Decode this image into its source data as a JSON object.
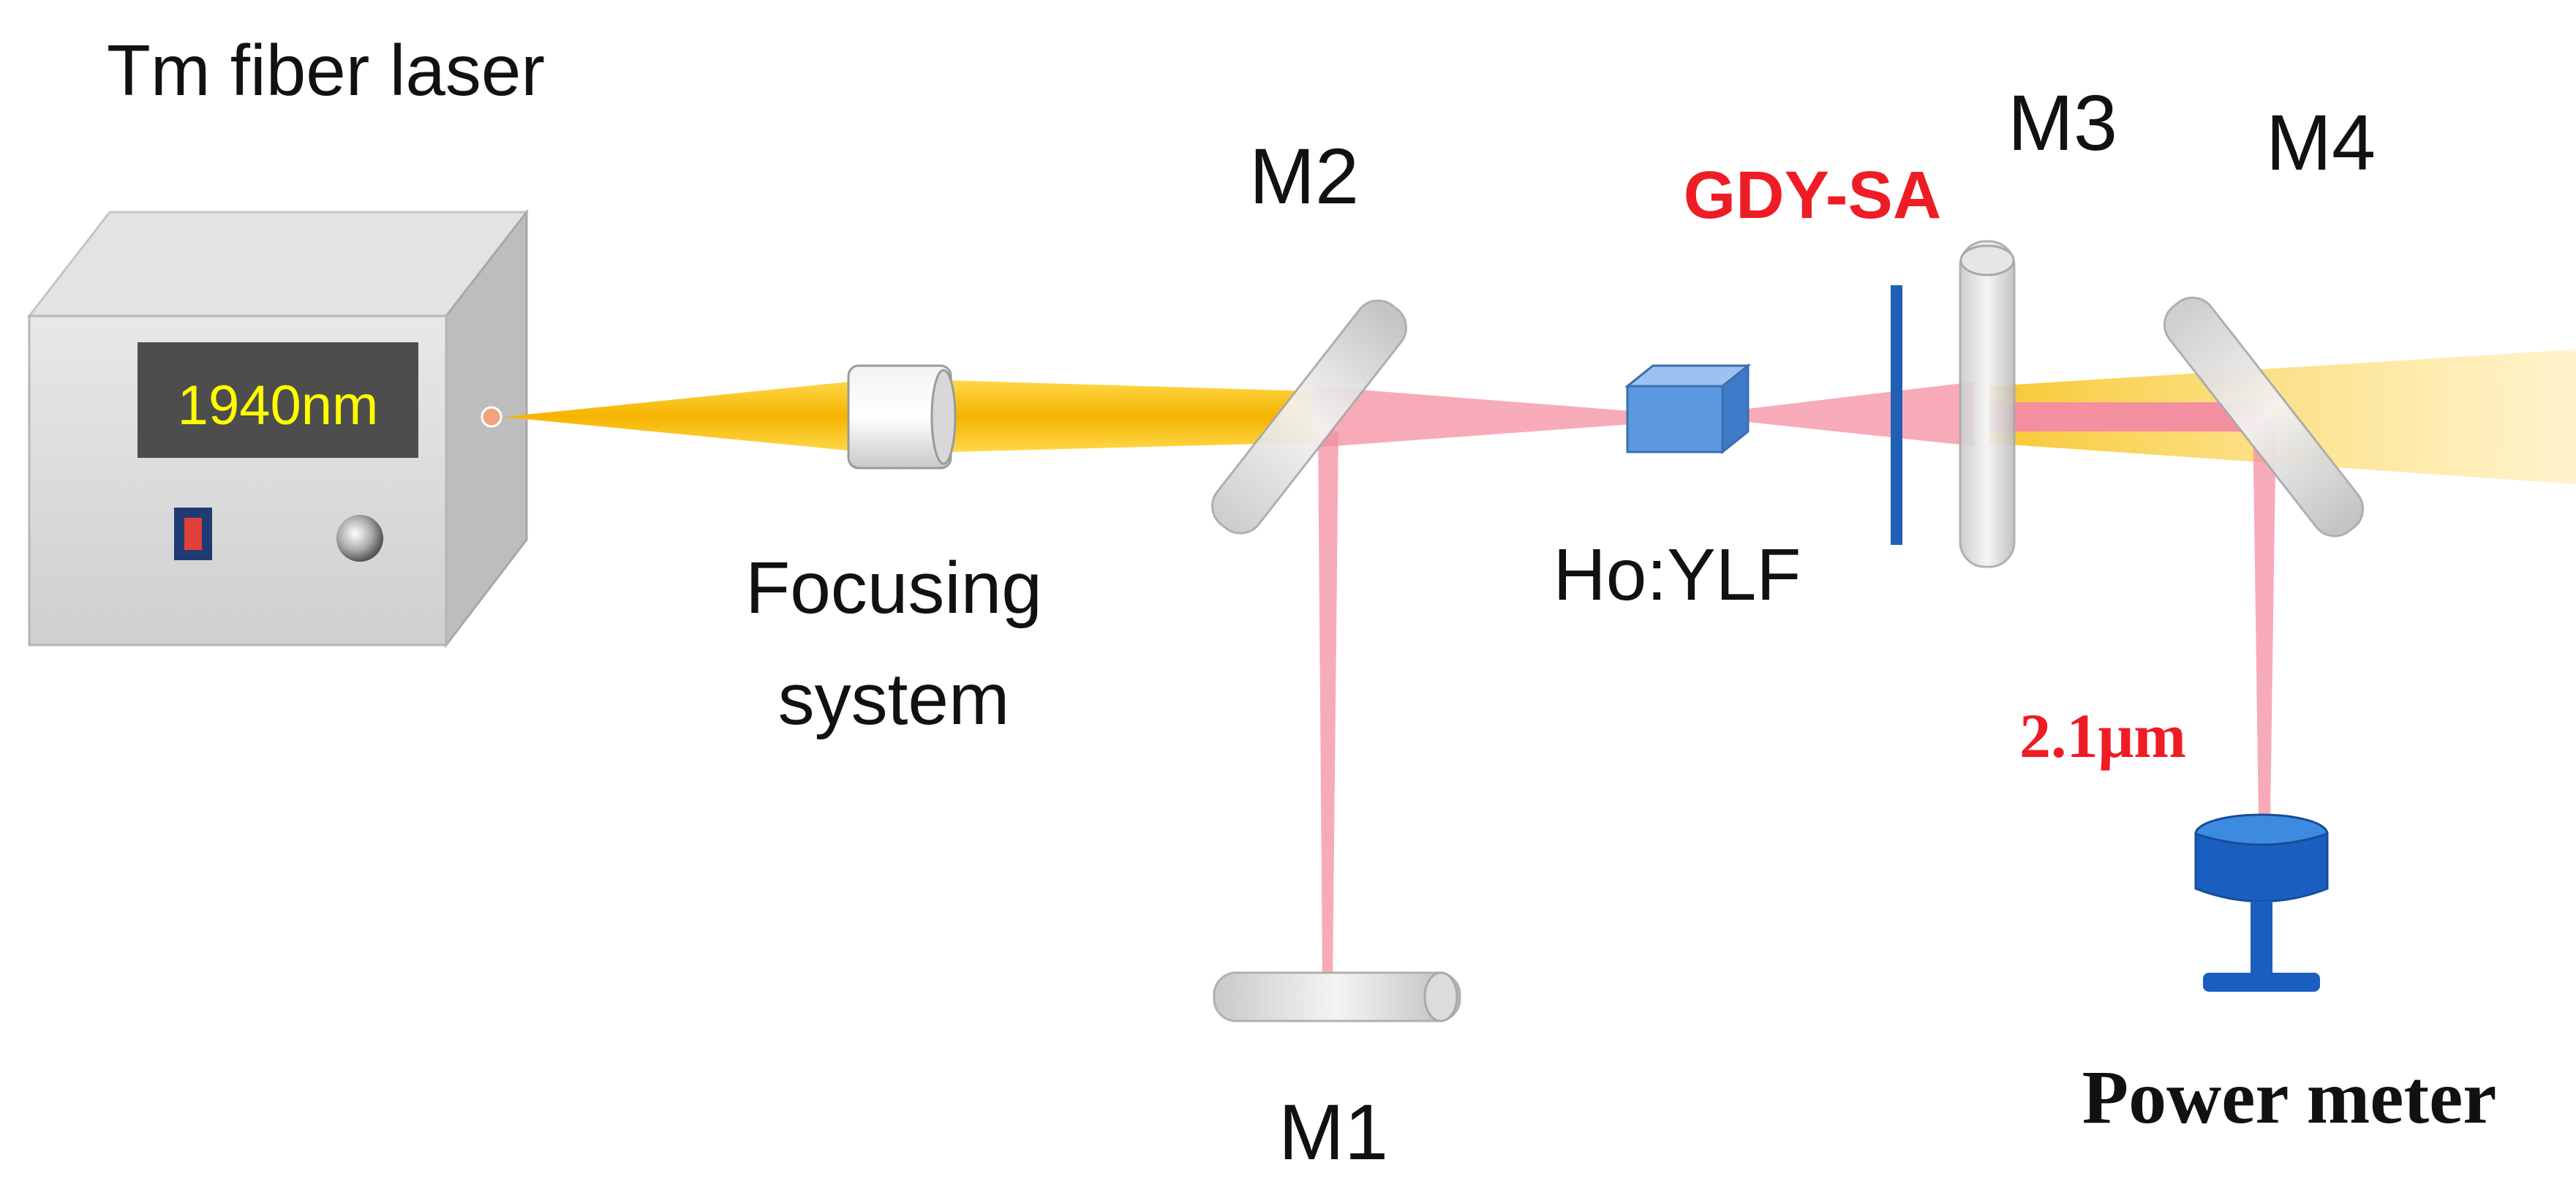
{
  "labels": {
    "laser_title": "Tm fiber laser",
    "laser_readout": "1940nm",
    "focusing_line1": "Focusing",
    "focusing_line2": "system",
    "m1": "M1",
    "m2": "M2",
    "m3": "M3",
    "m4": "M4",
    "crystal": "Ho:YLF",
    "saturable_absorber": "GDY-SA",
    "output_wavelength": "2.1μm",
    "power_meter": "Power meter"
  },
  "colors": {
    "pump_beam": "#f5b400",
    "laser_beam": "#f48fa0",
    "label_red": "#ee1c24",
    "readout_yellow": "#ffff00",
    "crystal_blue": "#4a90d9",
    "absorber_blue": "#1f5fb4",
    "power_meter_blue": "#1a5fc0"
  }
}
